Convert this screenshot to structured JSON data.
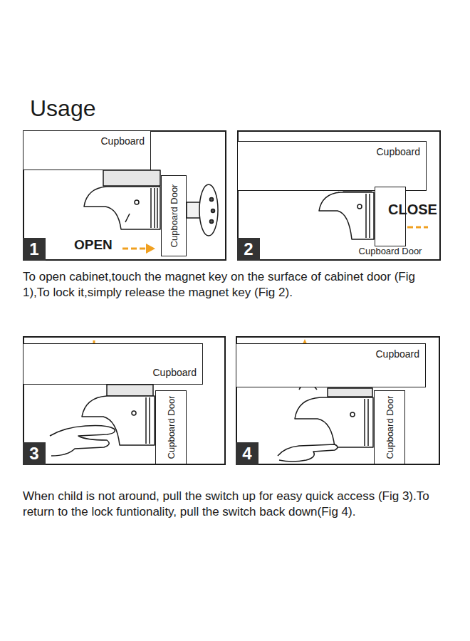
{
  "diagram": {
    "title": "Usage",
    "nodes": [
      {
        "text": [
          "1"
        ]
      },
      {
        "text": [
          "Cupboard"
        ],
        "in": 0
      },
      {
        "text": [
          "Cupboard Door"
        ],
        "in": 0
      },
      {
        "text": [
          "2"
        ]
      },
      {
        "text": [
          "Cupboard"
        ],
        "in": 3
      },
      {
        "text": [
          "Cupboard Door"
        ],
        "in": 3
      },
      {
        "text": [
          "3"
        ]
      },
      {
        "text": [
          "Cupboard"
        ],
        "in": 6
      },
      {
        "text": [
          "Cupboard Door"
        ],
        "in": 6
      },
      {
        "text": [
          "4"
        ]
      },
      {
        "text": [
          "Cupboard"
        ],
        "in": 9
      },
      {
        "text": [
          "Cupboard Door"
        ],
        "in": 9
      }
    ],
    "edges": [],
    "labels": [
      "OPEN",
      "CLOSE",
      "To open cabinet,touch the magnet key on the surface of cabinet door (Fig 1),To lock it,simply release the magnet key (Fig 2).",
      "When child is not around, pull the switch up for easy quick access (Fig 3).To return to the lock funtionality, pull the switch back down(Fig 4)."
    ]
  }
}
